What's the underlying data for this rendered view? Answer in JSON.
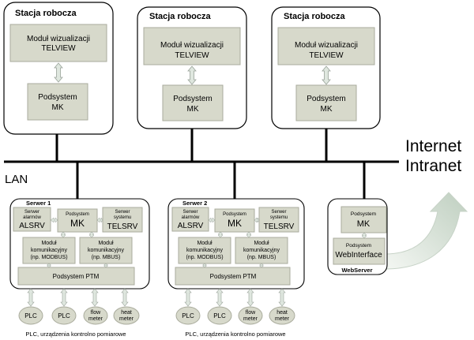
{
  "workstations": [
    {
      "title": "Stacja robocza",
      "module_line1": "Moduł wizualizacji",
      "module_line2": "TELVIEW",
      "sub_line1": "Podsystem",
      "sub_line2": "MK"
    },
    {
      "title": "Stacja robocza",
      "module_line1": "Moduł wizualizacji",
      "module_line2": "TELVIEW",
      "sub_line1": "Podsystem",
      "sub_line2": "MK"
    },
    {
      "title": "Stacja robocza",
      "module_line1": "Moduł wizualizacji",
      "module_line2": "TELVIEW",
      "sub_line1": "Podsystem",
      "sub_line2": "MK"
    }
  ],
  "lan_label": "LAN",
  "internet_label": "Internet",
  "intranet_label": "Intranet",
  "servers": [
    {
      "title": "Serwer 1",
      "alarm_small1": "Serwer",
      "alarm_small2": "alarmów",
      "alarm_big": "ALSRV",
      "mk_small": "Podsystem",
      "mk_big": "MK",
      "sys_small1": "Serwer",
      "sys_small2": "systemu",
      "sys_big": "TELSRV",
      "comm1_l1": "Moduł",
      "comm1_l2": "komunikacyjny",
      "comm1_l3": "(np. MODBUS)",
      "comm2_l1": "Moduł",
      "comm2_l2": "komunikacyjny",
      "comm2_l3": "(np. MBUS)",
      "ptm": "Podsystem PTM",
      "devices": [
        [
          "PLC",
          ""
        ],
        [
          "PLC",
          ""
        ],
        [
          "flow",
          "meter"
        ],
        [
          "heat",
          "meter"
        ]
      ],
      "caption": "PLC, urządzenia kontrolno pomiarowe"
    },
    {
      "title": "Serwer 2",
      "alarm_small1": "Serwer",
      "alarm_small2": "alarmów",
      "alarm_big": "ALSRV",
      "mk_small": "Podsystem",
      "mk_big": "MK",
      "sys_small1": "Serwer",
      "sys_small2": "systemu",
      "sys_big": "TELSRV",
      "comm1_l1": "Moduł",
      "comm1_l2": "komunikacyjny",
      "comm1_l3": "(np. MODBUS)",
      "comm2_l1": "Moduł",
      "comm2_l2": "komunikacyjny",
      "comm2_l3": "(np. MBUS)",
      "ptm": "Podsystem PTM",
      "devices": [
        [
          "PLC",
          ""
        ],
        [
          "PLC",
          ""
        ],
        [
          "flow",
          "meter"
        ],
        [
          "heat",
          "meter"
        ]
      ],
      "caption": "PLC, urządzenia kontrolno pomiarowe"
    }
  ],
  "webserver": {
    "mk_small": "Podsystem",
    "mk_big": "MK",
    "wi_small": "Podsystem",
    "wi_big": "WebInterface",
    "label": "WebServer"
  },
  "colors": {
    "box_fill": "#d7d9cb",
    "box_stroke": "#a9ab9c",
    "line": "#000000",
    "arrow_fill": "#dfe7df"
  }
}
